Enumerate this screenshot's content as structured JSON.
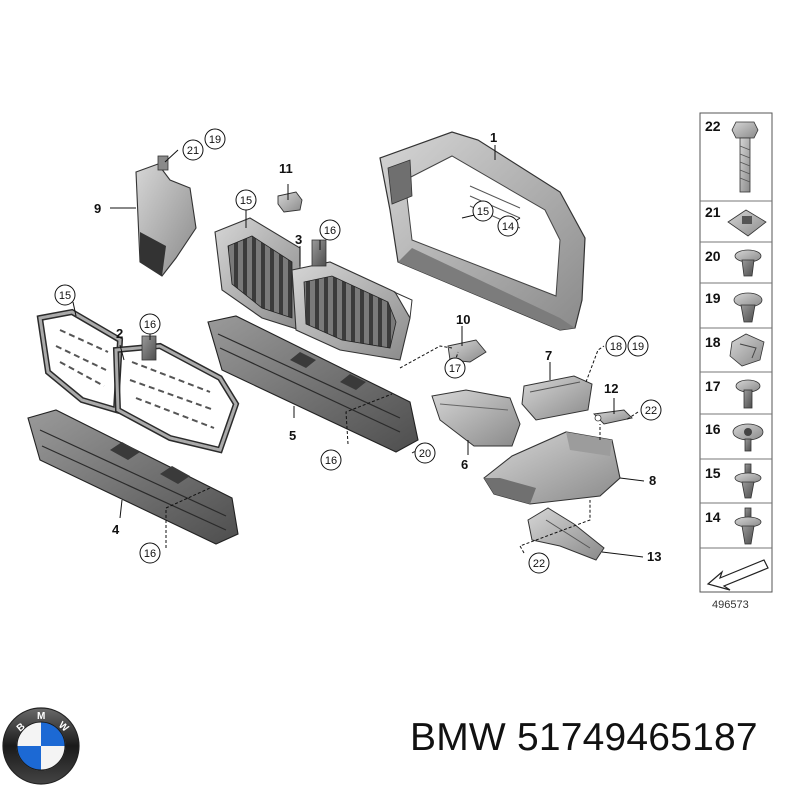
{
  "diagram": {
    "callouts": [
      {
        "id": "c1",
        "label": "1",
        "style": "plain"
      },
      {
        "id": "c2",
        "label": "2",
        "style": "plain"
      },
      {
        "id": "c3",
        "label": "3",
        "style": "plain"
      },
      {
        "id": "c4",
        "label": "4",
        "style": "plain"
      },
      {
        "id": "c5",
        "label": "5",
        "style": "plain"
      },
      {
        "id": "c6",
        "label": "6",
        "style": "plain"
      },
      {
        "id": "c7",
        "label": "7",
        "style": "plain"
      },
      {
        "id": "c8",
        "label": "8",
        "style": "plain"
      },
      {
        "id": "c9",
        "label": "9",
        "style": "plain"
      },
      {
        "id": "c10",
        "label": "10",
        "style": "plain"
      },
      {
        "id": "c11",
        "label": "11",
        "style": "plain"
      },
      {
        "id": "c12",
        "label": "12",
        "style": "plain"
      },
      {
        "id": "c13",
        "label": "13",
        "style": "plain"
      },
      {
        "id": "c14",
        "label": "14",
        "style": "circled"
      },
      {
        "id": "c15a",
        "label": "15",
        "style": "circled"
      },
      {
        "id": "c15b",
        "label": "15",
        "style": "circled"
      },
      {
        "id": "c15c",
        "label": "15",
        "style": "circled"
      },
      {
        "id": "c16a",
        "label": "16",
        "style": "circled"
      },
      {
        "id": "c16b",
        "label": "16",
        "style": "circled"
      },
      {
        "id": "c16c",
        "label": "16",
        "style": "circled"
      },
      {
        "id": "c16d",
        "label": "16",
        "style": "circled"
      },
      {
        "id": "c17",
        "label": "17",
        "style": "circled"
      },
      {
        "id": "c18",
        "label": "18",
        "style": "circled"
      },
      {
        "id": "c19a",
        "label": "19",
        "style": "circled"
      },
      {
        "id": "c19b",
        "label": "19",
        "style": "circled"
      },
      {
        "id": "c20",
        "label": "20",
        "style": "circled"
      },
      {
        "id": "c21",
        "label": "21",
        "style": "circled"
      },
      {
        "id": "c22a",
        "label": "22",
        "style": "circled"
      },
      {
        "id": "c22b",
        "label": "22",
        "style": "circled"
      }
    ],
    "fastener_panel": [
      "22",
      "21",
      "20",
      "19",
      "18",
      "17",
      "16",
      "15",
      "14"
    ],
    "reference_code": "496573"
  },
  "brand": {
    "name": "BMW",
    "part_number": "51749465187",
    "logo_letters": "BMW"
  },
  "colors": {
    "part_fill": "#b9b9b9",
    "part_dark": "#6d6d6d",
    "line": "#1a1a1a",
    "logo_blue": "#1c69d4"
  }
}
